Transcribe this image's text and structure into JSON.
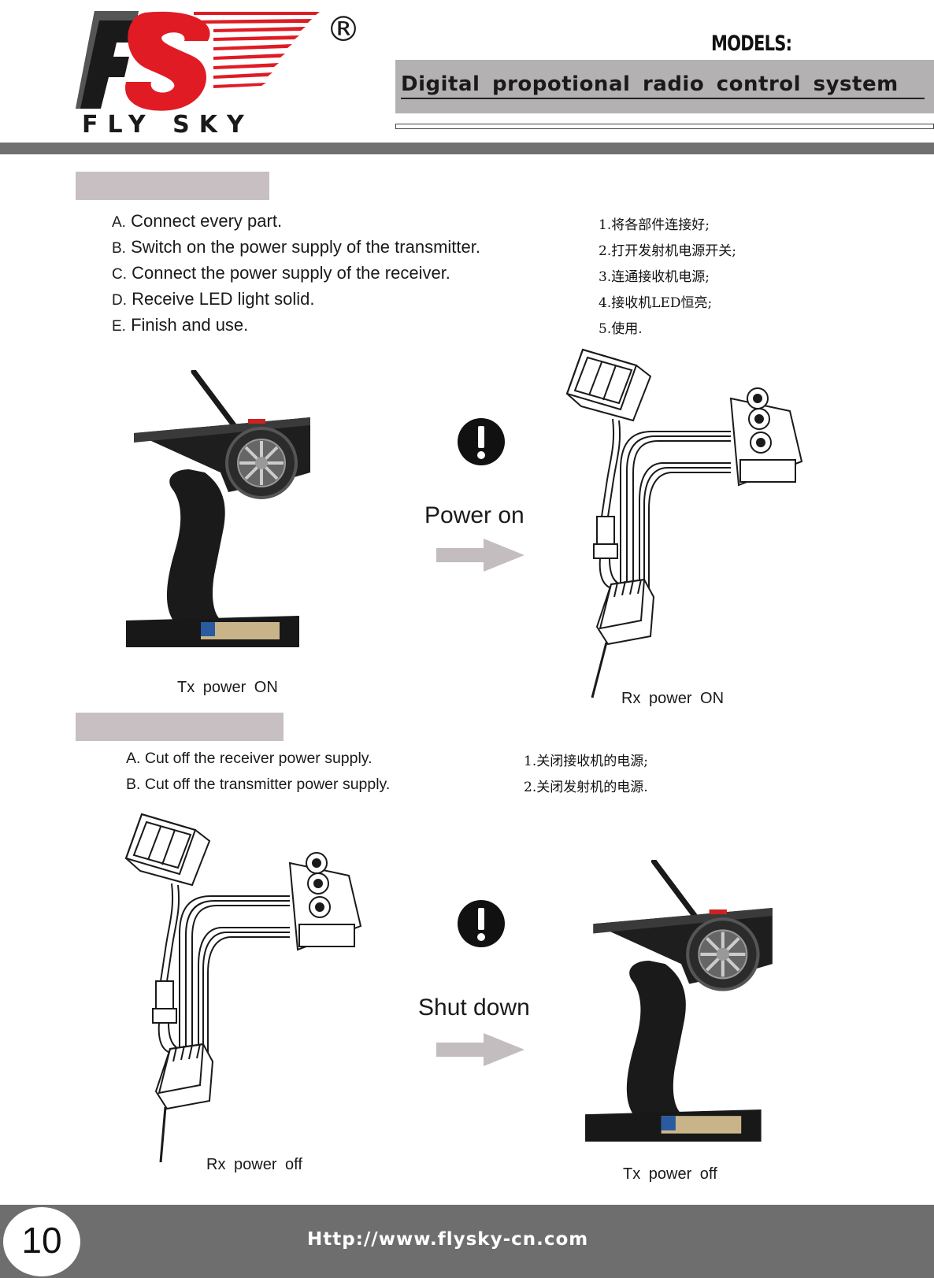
{
  "header": {
    "brand_text": "FLY SKY",
    "logo_letters": "FS",
    "registered_mark": "®",
    "models_label": "MODELS:",
    "subtitle": "Digital propotional radio control system"
  },
  "power_on": {
    "steps_en": [
      {
        "marker": "A.",
        "text": "Connect every part."
      },
      {
        "marker": "B.",
        "text": "Switch on the power supply of the transmitter."
      },
      {
        "marker": "C.",
        "text": "Connect the power supply of the receiver."
      },
      {
        "marker": "D.",
        "text": "Receive LED light solid."
      },
      {
        "marker": "E.",
        "text": "Finish and use."
      }
    ],
    "steps_cn": [
      "1.将各部件连接好;",
      "2.打开发射机电源开关;",
      "3.连通接收机电源;",
      "4.接收机LED恒亮;",
      "5.使用."
    ],
    "action_label": "Power on",
    "tx_caption": "Tx  power  ON",
    "rx_caption": "Rx  power  ON"
  },
  "shut_down": {
    "steps_en": [
      {
        "marker": "A.",
        "text": "Cut off the receiver power supply."
      },
      {
        "marker": "B.",
        "text": "Cut off the transmitter power supply."
      }
    ],
    "steps_cn": [
      "1.关闭接收机的电源;",
      "2.关闭发射机的电源."
    ],
    "action_label": "Shut down",
    "rx_caption": "Rx  power  off",
    "tx_caption": "Tx  power  off"
  },
  "footer": {
    "page_number": "10",
    "url": "Http://www.flysky-cn.com"
  },
  "colors": {
    "logo_red": "#e01b24",
    "logo_black": "#1a1a1a",
    "band_gray": "#707070",
    "section_bar": "#c7bfc2",
    "arrow_gray": "#c3bdbf",
    "footer_gray": "#6e6e6e"
  },
  "icons": [
    "warning-icon",
    "arrow-right-icon",
    "transmitter-image",
    "receiver-wiring-diagram"
  ]
}
